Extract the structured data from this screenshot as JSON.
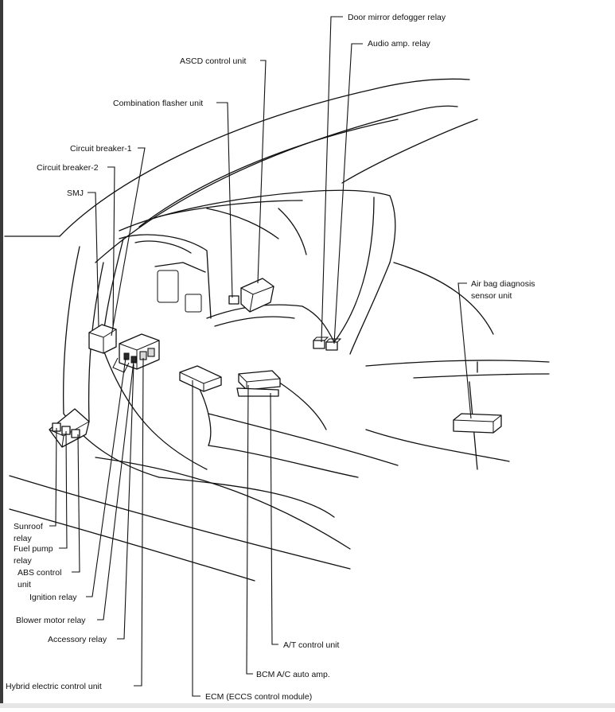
{
  "diagram": {
    "labels": {
      "door_mirror_defogger_relay": "Door mirror defogger relay",
      "audio_amp_relay": "Audio amp. relay",
      "ascd_control_unit": "ASCD control unit",
      "combination_flasher_unit": "Combination flasher unit",
      "circuit_breaker_1": "Circuit breaker-1",
      "circuit_breaker_2": "Circuit breaker-2",
      "smj": "SMJ",
      "air_bag_line1": "Air bag diagnosis",
      "air_bag_line2": "sensor unit",
      "sunroof_line1": "Sunroof",
      "sunroof_line2": "relay",
      "fuel_pump_line1": "Fuel pump",
      "fuel_pump_line2": "relay",
      "abs_line1": "ABS control",
      "abs_line2": "unit",
      "ignition_relay": "Ignition relay",
      "blower_motor_relay": "Blower motor relay",
      "accessory_relay": "Accessory relay",
      "hybrid_electric_control_unit": "Hybrid electric control unit",
      "at_control_unit": "A/T control unit",
      "bcm_ac_auto_amp": "BCM A/C auto amp.",
      "ecm": "ECM (ECCS control module)"
    }
  }
}
